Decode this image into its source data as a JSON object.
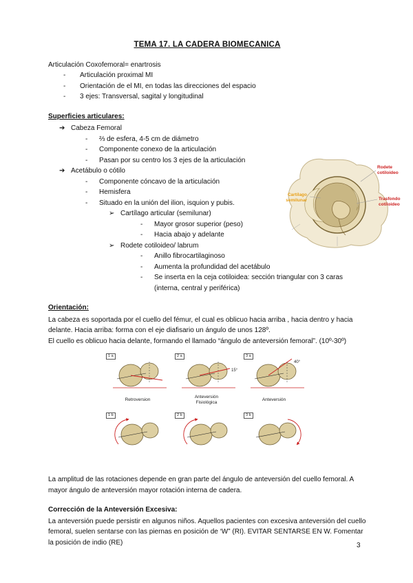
{
  "doc": {
    "title": "TEMA 17. LA CADERA BIOMECANICA",
    "page_number": "3"
  },
  "markers": {
    "dash": "-",
    "arrow": "➔",
    "pointer": "➢"
  },
  "intro": {
    "lead": "Articulación Coxofemoral= enartrosis",
    "bullets": [
      "Articulación proximal MI",
      "Orientación de el MI, en todas las direcciones del espacio",
      "3 ejes: Transversal, sagital y longitudinal"
    ]
  },
  "superficies": {
    "heading": "Superficies articulares:",
    "cabeza": {
      "label": "Cabeza Femoral",
      "items": [
        "⅔ de esfera, 4-5 cm de diámetro",
        "Componente conexo de la articulación",
        "Pasan por su centro los 3 ejes de la articulación"
      ]
    },
    "acetabulo": {
      "label": "Acetábulo o cótilo",
      "items": [
        "Componente cóncavo de la articulación",
        "Hemisfera",
        "Situado en la unión del ilion, isquion y pubis."
      ],
      "cartilago": {
        "label": "Cartílago articular (semilunar)",
        "items": [
          "Mayor grosor superior (peso)",
          "Hacia abajo y adelante"
        ]
      },
      "rodete": {
        "label": "Rodete cotiloideo/ labrum",
        "items": [
          "Anillo fibrocartilaginoso",
          "Aumenta la profundidad del acetábulo",
          "Se inserta en la ceja cotiloidea: sección triangular con 3 caras (interna, central y periférica)"
        ]
      }
    }
  },
  "figura_acetabulo": {
    "label_cartilago": "Cartílago semilunar",
    "label_rodete": "Rodete cotiloideo",
    "label_trasfondo": "Trasfondo cotiloideo"
  },
  "orientacion": {
    "heading": "Orientación:",
    "p1": "La cabeza es soportada por el cuello del fémur, el cual es oblicuo hacia arriba , hacia dentro y hacia delante. Hacia arriba: forma con el eje diafisario un ángulo de unos 128º.",
    "p2": "El cuello es oblicuo hacia delante, formando el llamado “ángulo de anteversión femoral”. (10º-30º)",
    "p3": "La amplitud de las rotaciones depende en gran parte del ángulo de anteversión del cuello femoral. A mayor ángulo de anteversión mayor rotación interna de cadera."
  },
  "figura_anteversion": {
    "tags": [
      "1 a",
      "2 a",
      "3 a",
      "1 b",
      "2 b",
      "3 b"
    ],
    "captions": {
      "c1": "Retroversion",
      "c2a": "Anteversión",
      "c2b": "Fisiológica",
      "c3": "Anteversión"
    },
    "angles": {
      "a2": "15°",
      "a3": "40°"
    }
  },
  "correccion": {
    "heading": "Corrección de la Anteversión Excesiva:",
    "p": "La anteversión puede persistir en algunos niños. Aquellos pacientes con excesiva anteversión del cuello femoral, suelen sentarse con las piernas en posición de ‘W” (RI). EVITAR SENTARSE EN W. Fomentar la posición de indio (RE)"
  },
  "colors": {
    "accent_red": "#cc1f1f",
    "accent_yellow": "#e8a018",
    "bone": "#e6d9b4"
  }
}
